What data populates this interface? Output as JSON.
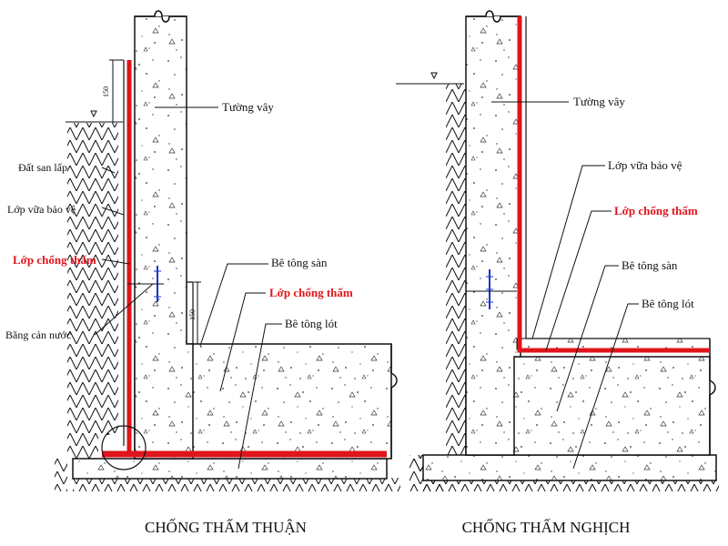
{
  "colors": {
    "membrane": "#e0141b",
    "waterstop": "#1a33cc",
    "line": "#111111",
    "concrete": "#ffffff"
  },
  "left_diagram": {
    "caption": "CHỐNG THẤM THUẬN",
    "labels": {
      "wall": "Tường vây",
      "backfill": "Đất san lấp",
      "protective_mortar": "Lớp vữa bảo vệ",
      "waterproofing_left": "Lớp chống thấm",
      "waterstop": "Băng cản nước",
      "floor_slab": "Bê tông sàn",
      "waterproofing_right": "Lớp chống thấm",
      "lean_concrete": "Bê tông lót"
    },
    "dimensions": {
      "top": "150",
      "step": "150"
    }
  },
  "right_diagram": {
    "caption": "CHỐNG THẤM NGHỊCH",
    "labels": {
      "wall": "Tường vây",
      "protective_mortar": "Lớp vữa bảo vệ",
      "waterproofing": "Lớp chống thấm",
      "floor_slab": "Bê tông sàn",
      "lean_concrete": "Bê tông lót"
    }
  }
}
